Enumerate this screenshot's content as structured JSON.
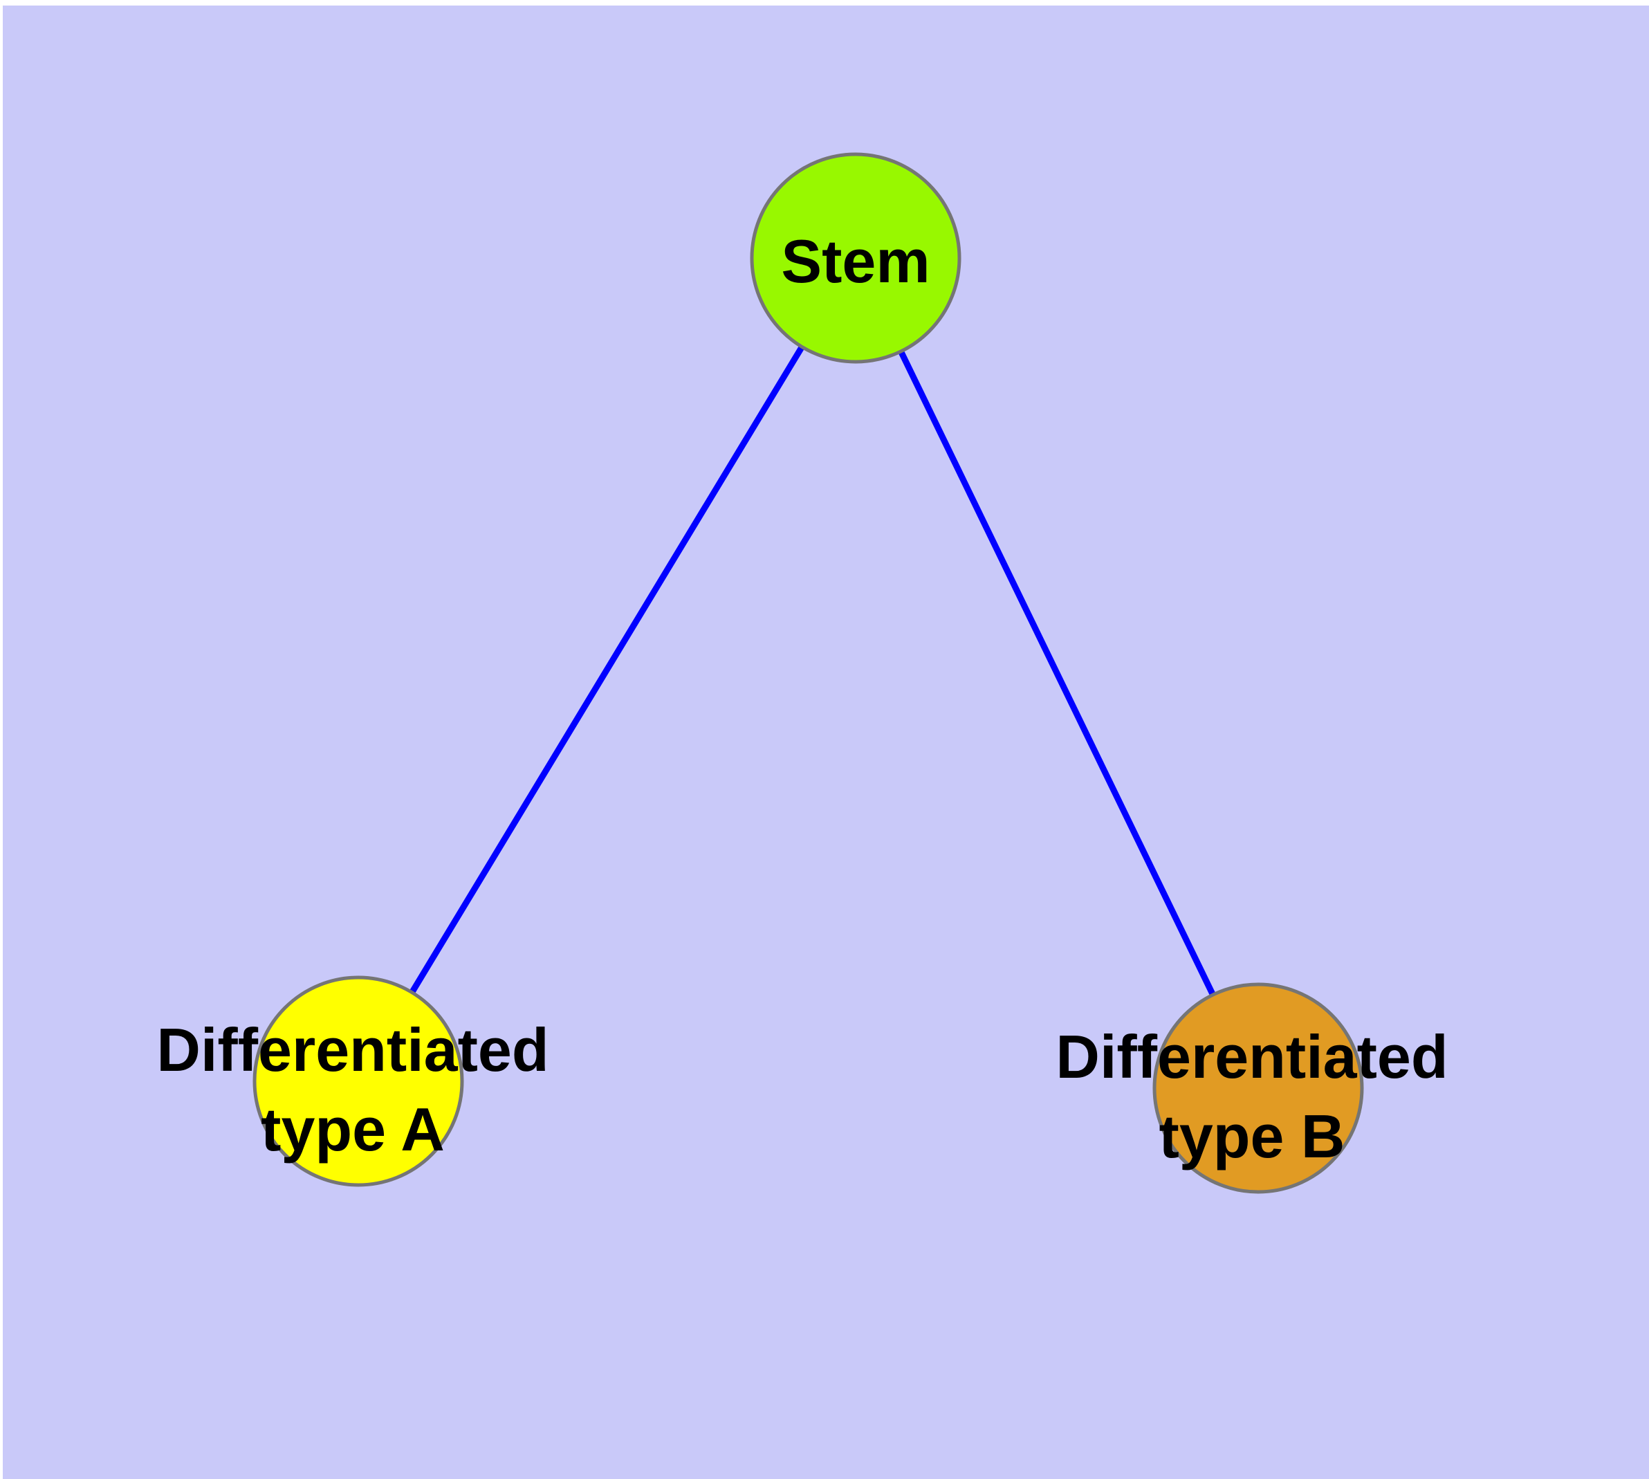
{
  "diagram": {
    "type": "graph",
    "description": "Cell differentiation lineage graph: a stem node with two differentiated daughter type nodes",
    "page_background_color": "#ffffff",
    "canvas_background_color": "#c9c9f9",
    "node_border_color": "#757575",
    "edge_color": "#0000ff",
    "label_color": "#000000"
  },
  "nodes": [
    {
      "id": "stem",
      "label": "Stem",
      "lines": [
        "Stem"
      ],
      "fill": "#98f800",
      "shape": "circle"
    },
    {
      "id": "differentiated-type-a",
      "label": "Differentiated type A",
      "lines": [
        "Differentiated",
        "type A"
      ],
      "fill": "#ffff00",
      "shape": "circle"
    },
    {
      "id": "differentiated-type-b",
      "label": "Differentiated type B",
      "lines": [
        "Differentiated",
        "type B"
      ],
      "fill": "#e19b23",
      "shape": "circle"
    }
  ],
  "edges": [
    {
      "from": "Stem",
      "to": "Differentiated type A"
    },
    {
      "from": "Stem",
      "to": "Differentiated type B"
    }
  ]
}
